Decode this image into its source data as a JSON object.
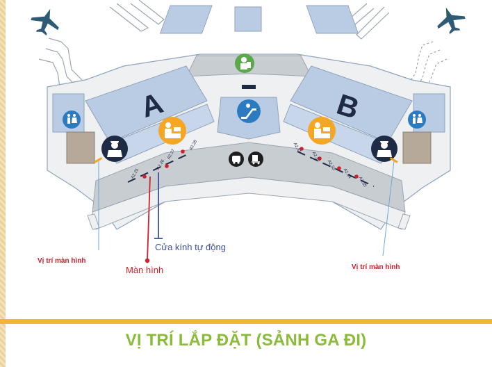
{
  "colors": {
    "building": "#b9cce4",
    "hall": "#c8cdd2",
    "hall_light": "#eef0f2",
    "pier_stroke": "#8fa3bb",
    "orange": "#f5a623",
    "navy": "#1f2a44",
    "red": "#d0202a",
    "blue_line": "#3b4fa3",
    "green": "#8bbb3a",
    "title_green": "#8bbb3a",
    "teal_plane": "#2e5a73"
  },
  "icons": [
    "airplane-icon",
    "customs-officer-icon",
    "escalator-icon",
    "check-in-icon",
    "restroom-icon",
    "bus-icon",
    "trolley-icon"
  ],
  "map": {
    "zone_a": "A",
    "zone_b": "B",
    "gates_left": [
      "A2.25",
      "A2.26",
      "A2.27",
      "A2.28"
    ],
    "gates_right": [
      "A2.31",
      "A2.32",
      "A2.33",
      "A2.34",
      "A2.35"
    ]
  },
  "labels": {
    "screen_position_left": "Vị trí màn hình",
    "screen_position_right": "Vị trí màn hình",
    "screen": "Màn hình",
    "auto_door": "Cửa kính tự động"
  },
  "title": "VỊ TRÍ LẮP ĐẶT (SẢNH GA ĐI)"
}
